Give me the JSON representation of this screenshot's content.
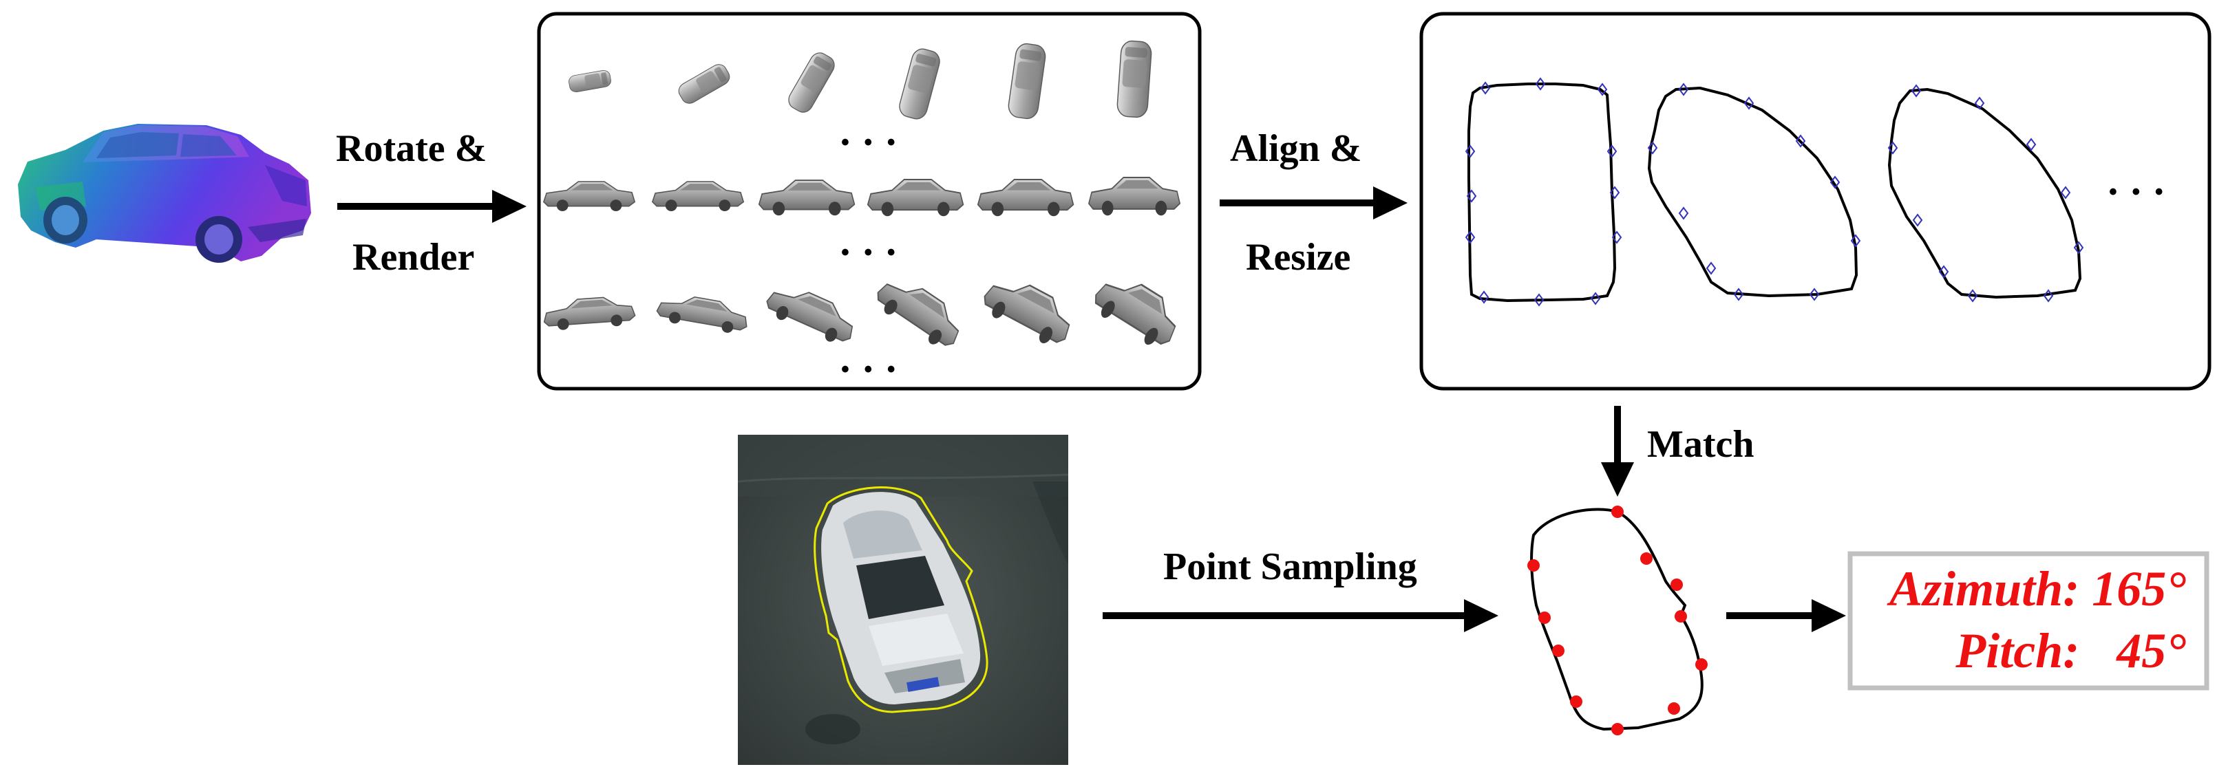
{
  "steps": {
    "rotate_line1": "Rotate &",
    "rotate_line2": "Render",
    "align_line1": "Align &",
    "align_line2": "Resize",
    "match": "Match",
    "point_sampling": "Point Sampling"
  },
  "ellipsis": "• • •",
  "result": {
    "azimuth": "Azimuth: 165°",
    "pitch": "Pitch:   45°"
  },
  "colors": {
    "result_text": "#ee1111",
    "result_border": "#c0c0c0",
    "sample_points": "#ee1111",
    "contour_markers": "#3333bb",
    "detection_outline": "#e8e800"
  },
  "icons": {
    "car_model": "3d-car-model-icon",
    "render_grid": "rendered-car-views",
    "contours": "car-contour-templates",
    "aerial_photo": "aerial-car-photo",
    "sampled_contour": "sampled-contour"
  }
}
